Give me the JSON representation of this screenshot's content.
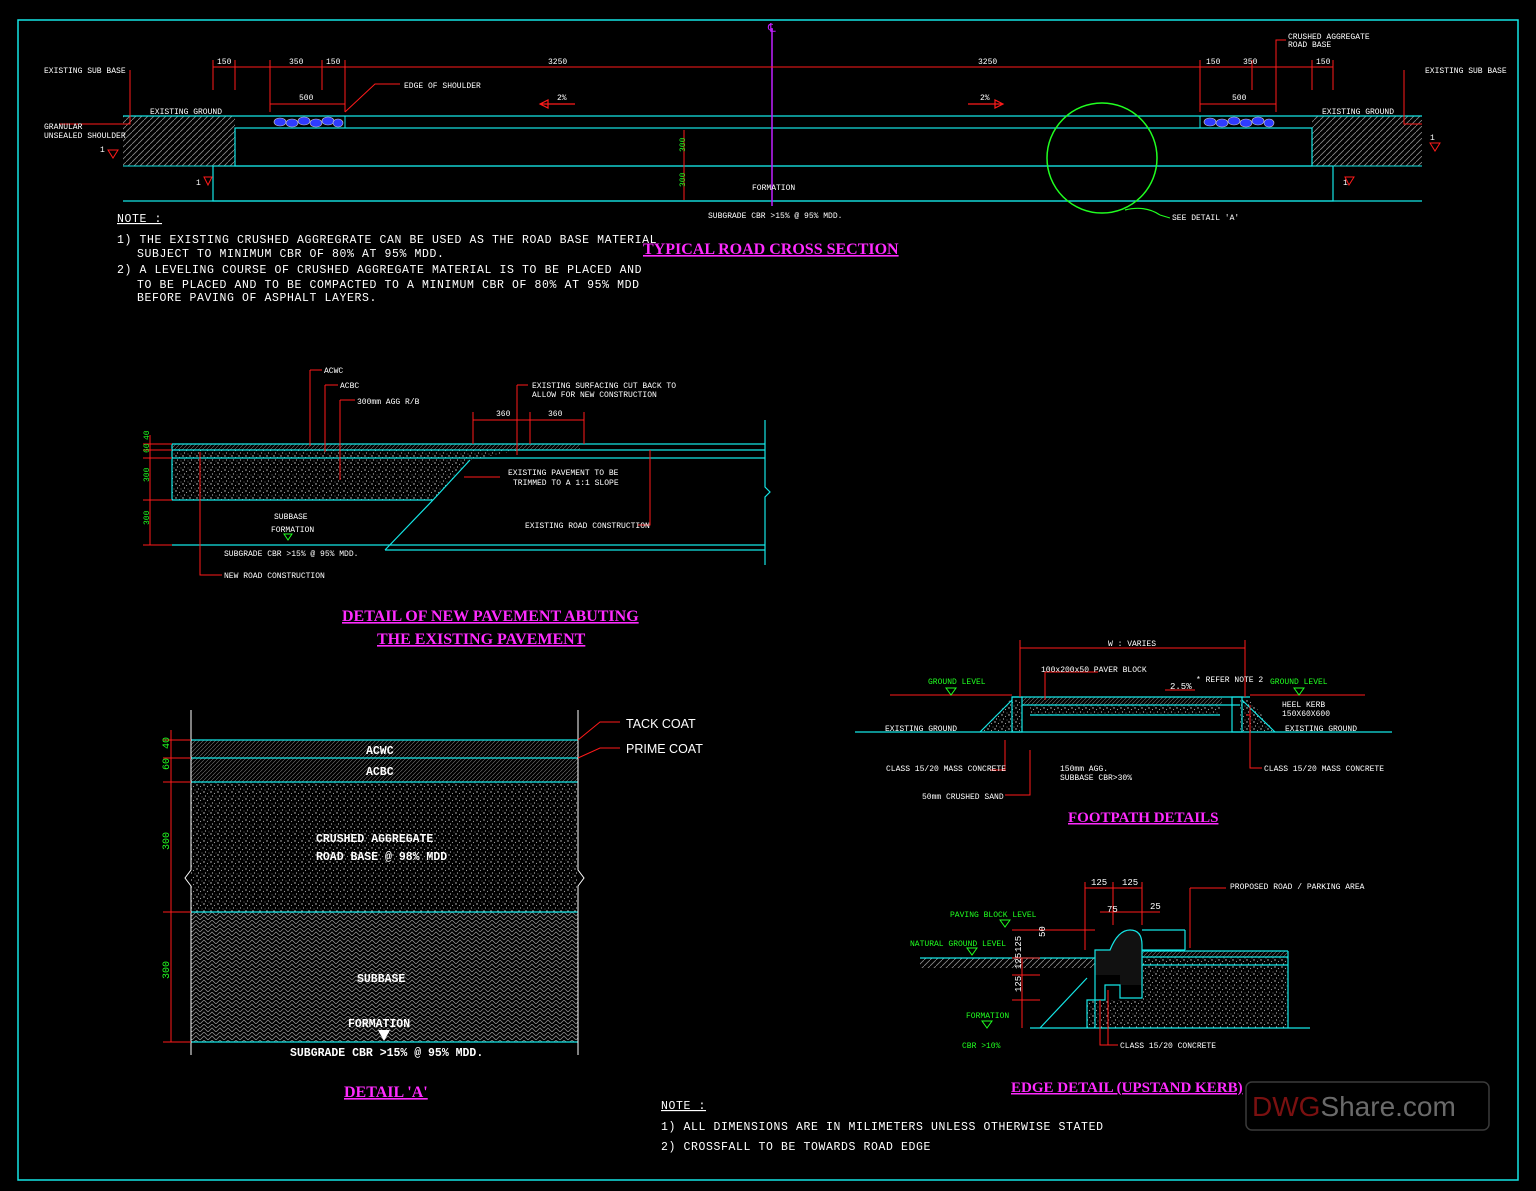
{
  "colors": {
    "background": "#000000",
    "cyan": "#14e6e6",
    "red": "#ff1a1a",
    "magenta": "#ff2bff",
    "green": "#20ff20",
    "white": "#ffffff"
  },
  "cross_section": {
    "title": "TYPICAL ROAD CROSS SECTION",
    "centerline": "℄",
    "dims_top": [
      "150",
      "350",
      "150",
      "3250",
      "3250",
      "150",
      "350",
      "150"
    ],
    "dim_500": "500",
    "slope": "2%",
    "depth_300": "300",
    "labels": {
      "existing_sub_base": "EXISTING SUB BASE",
      "edge_of_shoulder": "EDGE OF SHOULDER",
      "crushed_aggregate_road_base_1": "CRUSHED AGGREGATE",
      "crushed_aggregate_road_base_2": "ROAD BASE",
      "existing_ground": "EXISTING GROUND",
      "granular_1": "GRANULAR",
      "granular_2": "UNSEALED SHOULDER",
      "formation": "FORMATION",
      "subgrade": "SUBGRADE CBR >15% @ 95% MDD.",
      "see_detail": "SEE DETAIL 'A'",
      "section_mark": "1"
    },
    "note_heading": "NOTE :",
    "notes": [
      "1) THE EXISTING CRUSHED AGGREGRATE CAN BE USED AS THE ROAD BASE MATERIAL",
      "SUBJECT TO MINIMUM CBR OF 80% AT 95% MDD.",
      "2) A LEVELING COURSE OF CRUSHED AGGREGATE MATERIAL IS TO BE PLACED AND",
      "TO BE PLACED AND TO BE COMPACTED TO A MINIMUM CBR OF 80% AT 95% MDD",
      "BEFORE PAVING OF ASPHALT LAYERS."
    ]
  },
  "abutting": {
    "title_1": "DETAIL OF NEW PAVEMENT ABUTING",
    "title_2": "THE EXISTING PAVEMENT",
    "labels": {
      "acwc": "ACWC",
      "acbc": "ACBC",
      "agg": "300mm AGG R/B",
      "cut_back_1": "EXISTING SURFACING CUT BACK TO",
      "cut_back_2": "ALLOW FOR NEW CONSTRUCTION",
      "d360a": "360",
      "d360b": "360",
      "trimmed_1": "EXISTING PAVEMENT TO BE",
      "trimmed_2": "TRIMMED TO A 1:1 SLOPE",
      "existing_road": "EXISTING ROAD CONSTRUCTION",
      "subbase": "SUBBASE",
      "formation": "FORMATION",
      "subgrade": "SUBGRADE CBR >15% @ 95% MDD.",
      "new_road": "NEW ROAD CONSTRUCTION",
      "d40": "40",
      "d60": "60",
      "d300a": "300",
      "d300b": "300"
    }
  },
  "detail_a": {
    "title": "DETAIL 'A'",
    "layers": {
      "acwc": "ACWC",
      "acbc": "ACBC",
      "crushed_1": "CRUSHED AGGREGATE",
      "crushed_2": "ROAD BASE @ 98% MDD",
      "subbase": "SUBBASE",
      "formation": "FORMATION",
      "subgrade": "SUBGRADE CBR >15% @ 95% MDD."
    },
    "tack_coat": "TACK COAT",
    "prime_coat": "PRIME COAT",
    "dims": [
      "40",
      "60",
      "300",
      "300"
    ]
  },
  "footpath": {
    "title": "FOOTPATH DETAILS",
    "labels": {
      "w_varies": "W : VARIES",
      "paver": "100x200x50 PAVER BLOCK",
      "slope": "2.5%",
      "refer": "* REFER NOTE 2",
      "ground_level_l": "GROUND LEVEL",
      "ground_level_r": "GROUND LEVEL",
      "existing_ground_l": "EXISTING GROUND",
      "existing_ground_r": "EXISTING GROUND",
      "heel_kerb_1": "HEEL KERB",
      "heel_kerb_2": "150X60X600",
      "class_l": "CLASS 15/20 MASS CONCRETE",
      "class_r": "CLASS 15/20 MASS CONCRETE",
      "agg_1": "150mm AGG.",
      "agg_2": "SUBBASE CBR>30%",
      "sand": "50mm CRUSHED SAND"
    }
  },
  "edge_detail": {
    "title": "EDGE DETAIL (UPSTAND KERB)",
    "labels": {
      "proposed": "PROPOSED ROAD / PARKING AREA",
      "paving_level": "PAVING BLOCK LEVEL",
      "natural_level": "NATURAL GROUND LEVEL",
      "formation": "FORMATION",
      "cbr": "CBR >10%",
      "class": "CLASS 15/20 CONCRETE",
      "d125a": "125",
      "d125b": "125",
      "d75": "75",
      "d25": "25",
      "d50": "50",
      "d125c": "125",
      "d125d": "125",
      "d125e": "125"
    }
  },
  "general_notes": {
    "heading": "NOTE :",
    "items": [
      "1) ALL DIMENSIONS ARE IN MILIMETERS UNLESS OTHERWISE STATED",
      "2) CROSSFALL TO BE TOWARDS ROAD EDGE"
    ]
  },
  "watermark": {
    "part1": "DWG",
    "part2": "Share.com"
  }
}
